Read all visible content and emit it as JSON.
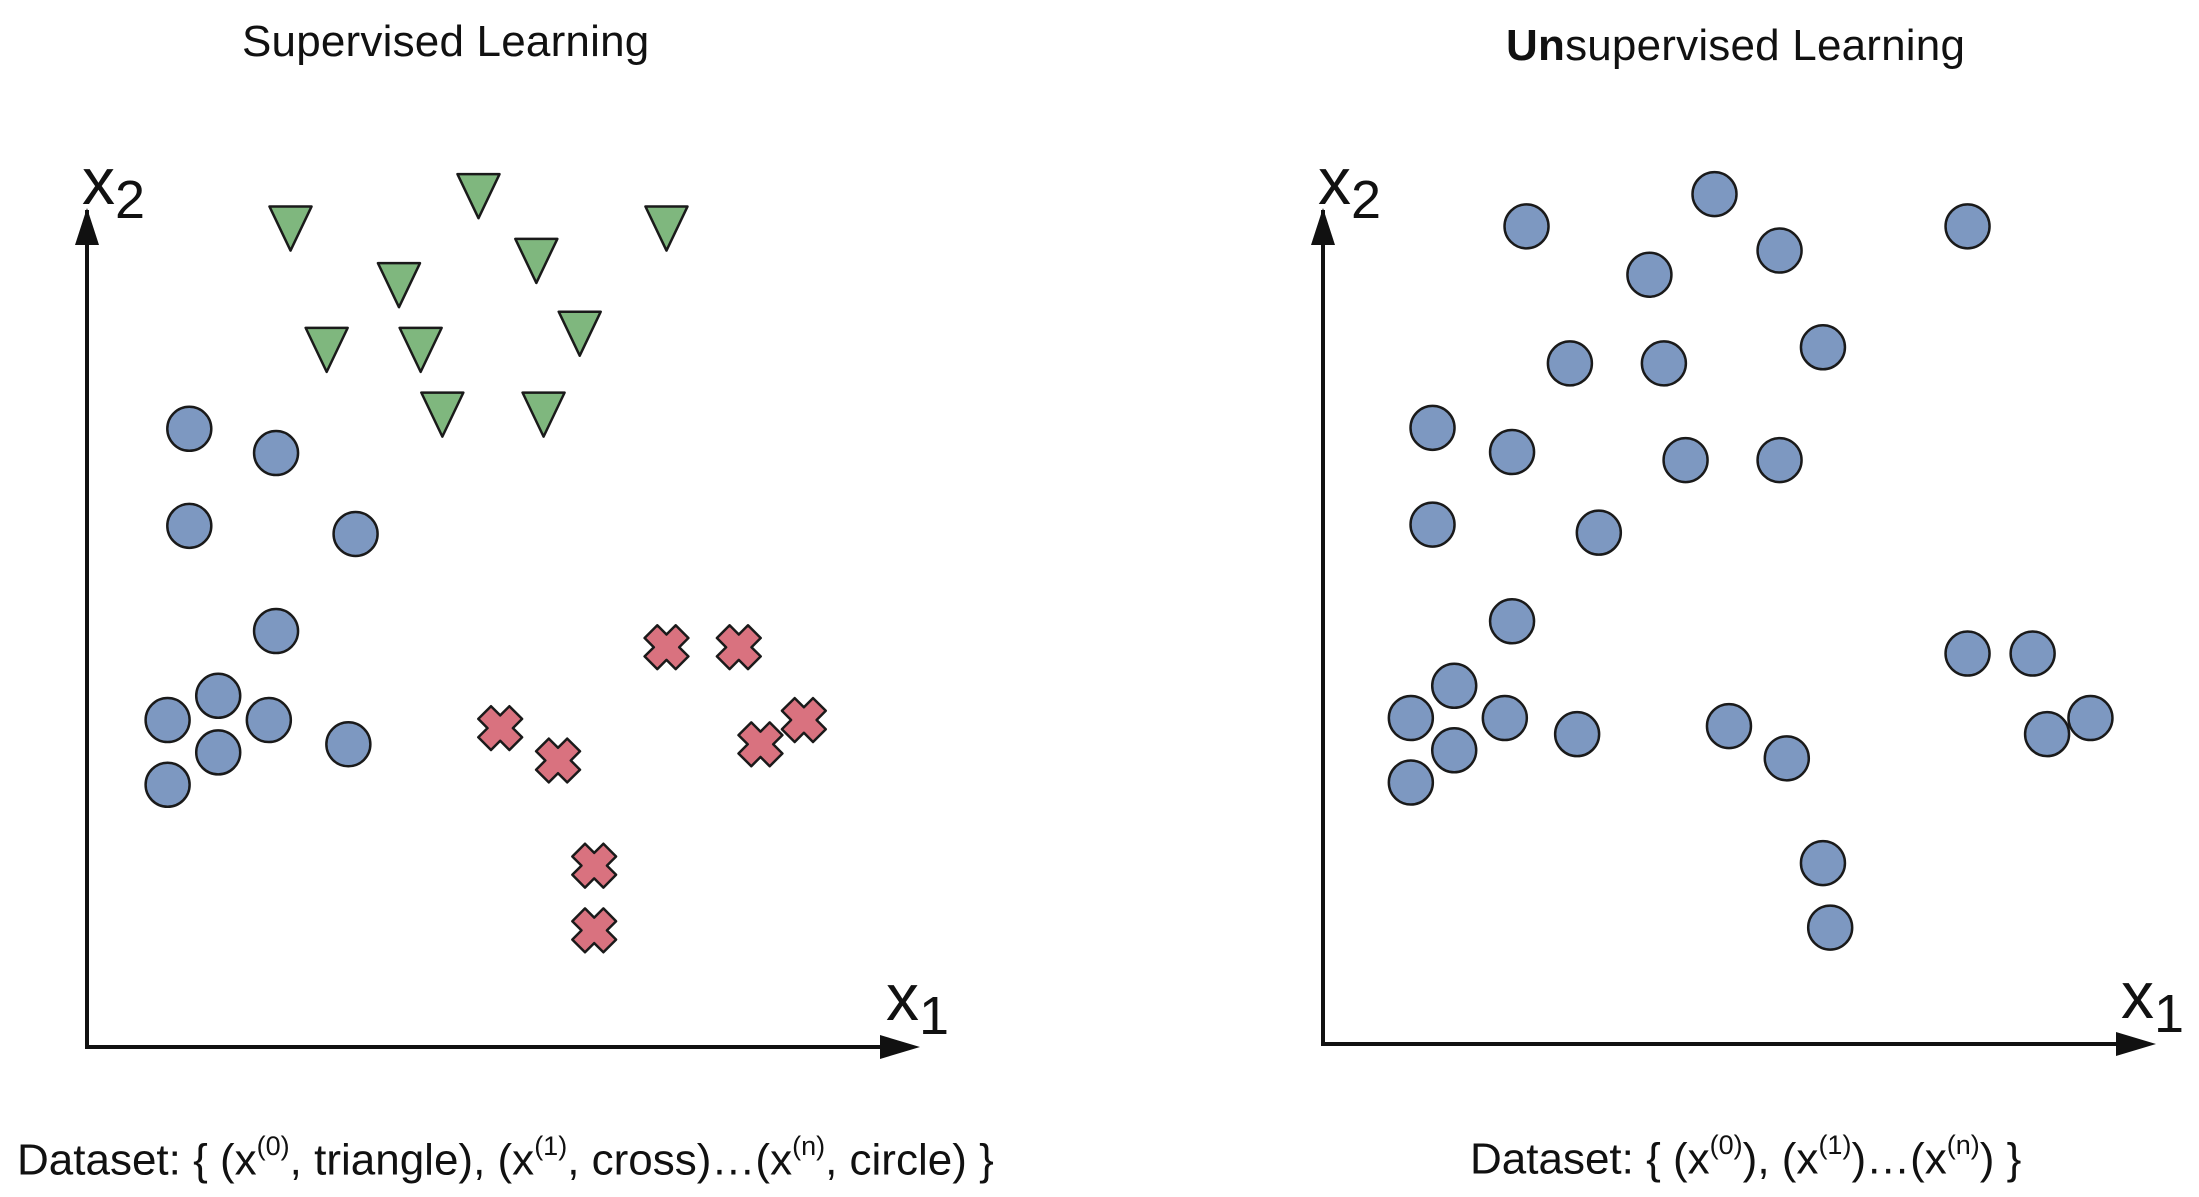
{
  "left_panel": {
    "title": "Supervised Learning",
    "x_axis_label": "x",
    "x_axis_sub": "1",
    "y_axis_label": "x",
    "y_axis_sub": "2",
    "caption": {
      "p1": "Dataset: { (x",
      "s1": "(0)",
      "p2": ", triangle), (x",
      "s2": "(1)",
      "p3": ", cross)…(x",
      "s3": "(n)",
      "p4": ", circle) }"
    }
  },
  "right_panel": {
    "title_bold": "Un",
    "title_rest": "supervised Learning",
    "x_axis_label": "x",
    "x_axis_sub": "1",
    "y_axis_label": "x",
    "y_axis_sub": "2",
    "caption": {
      "p1": "Dataset: { (x",
      "s1": "(0)",
      "p2": "), (x",
      "s2": "(1)",
      "p3": ")…(x",
      "s3": "(n)",
      "p4": ") }"
    }
  },
  "colors": {
    "circle_fill": "#7d98c1",
    "triangle_fill": "#7fb77e",
    "cross_fill": "#d9727f",
    "outline": "#1a1a1a",
    "axis": "#111111"
  },
  "marker_icons": [
    "circle",
    "triangle",
    "cross"
  ],
  "chart_data": [
    {
      "type": "scatter",
      "title": "Supervised Learning",
      "xlabel": "x1",
      "ylabel": "x2",
      "xlim": [
        0,
        100
      ],
      "ylim": [
        0,
        100
      ],
      "series": [
        {
          "name": "triangle",
          "marker": "triangle",
          "color": "#7fb77e",
          "points": [
            [
              24,
              94
            ],
            [
              50,
              98
            ],
            [
              58,
              90
            ],
            [
              76,
              94
            ],
            [
              39,
              87
            ],
            [
              29,
              79
            ],
            [
              42,
              79
            ],
            [
              64,
              81
            ],
            [
              45,
              71
            ],
            [
              59,
              71
            ]
          ]
        },
        {
          "name": "circle",
          "marker": "circle",
          "color": "#7d98c1",
          "points": [
            [
              10,
              69
            ],
            [
              22,
              66
            ],
            [
              10,
              57
            ],
            [
              33,
              56
            ],
            [
              22,
              44
            ],
            [
              7,
              33
            ],
            [
              14,
              36
            ],
            [
              21,
              33
            ],
            [
              32,
              30
            ],
            [
              14,
              29
            ],
            [
              7,
              25
            ]
          ]
        },
        {
          "name": "cross",
          "marker": "cross",
          "color": "#d9727f",
          "points": [
            [
              76,
              42
            ],
            [
              86,
              42
            ],
            [
              53,
              32
            ],
            [
              61,
              28
            ],
            [
              89,
              30
            ],
            [
              95,
              33
            ],
            [
              66,
              15
            ],
            [
              66,
              7
            ]
          ]
        }
      ]
    },
    {
      "type": "scatter",
      "title": "Unsupervised Learning",
      "xlabel": "x1",
      "ylabel": "x2",
      "xlim": [
        0,
        100
      ],
      "ylim": [
        0,
        100
      ],
      "series": [
        {
          "name": "",
          "marker": "circle",
          "color": "#7d98c1",
          "points": [
            [
              50,
              98
            ],
            [
              24,
              94
            ],
            [
              85,
              94
            ],
            [
              59,
              91
            ],
            [
              41,
              88
            ],
            [
              65,
              79
            ],
            [
              30,
              77
            ],
            [
              43,
              77
            ],
            [
              11,
              69
            ],
            [
              22,
              66
            ],
            [
              46,
              65
            ],
            [
              59,
              65
            ],
            [
              11,
              57
            ],
            [
              34,
              56
            ],
            [
              22,
              45
            ],
            [
              85,
              41
            ],
            [
              94,
              41
            ],
            [
              14,
              37
            ],
            [
              21,
              33
            ],
            [
              8,
              33
            ],
            [
              31,
              31
            ],
            [
              52,
              32
            ],
            [
              60,
              28
            ],
            [
              96,
              31
            ],
            [
              102,
              33
            ],
            [
              8,
              25
            ],
            [
              14,
              29
            ],
            [
              65,
              15
            ],
            [
              66,
              7
            ]
          ]
        }
      ]
    }
  ]
}
